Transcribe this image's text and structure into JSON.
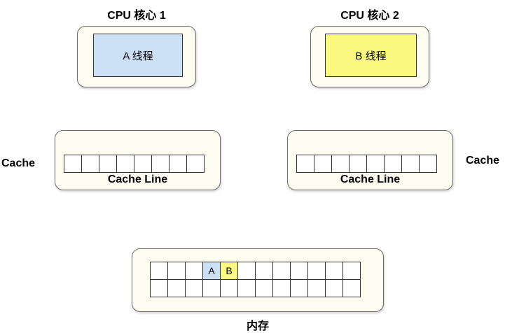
{
  "core1": {
    "title": "CPU 核心 1",
    "thread_label": "A 线程",
    "thread_color": "#cce0f5"
  },
  "core2": {
    "title": "CPU 核心 2",
    "thread_label": "B 线程",
    "thread_color": "#fbf97f"
  },
  "cache_left": {
    "side_label": "Cache",
    "line_label": "Cache Line",
    "cells": 8
  },
  "cache_right": {
    "side_label": "Cache",
    "line_label": "Cache Line",
    "cells": 8
  },
  "memory": {
    "label": "内存",
    "columns": 12,
    "rows": 2,
    "cell_a": {
      "text": "A",
      "color": "#cce0f5"
    },
    "cell_b": {
      "text": "B",
      "color": "#fbf97f"
    }
  }
}
